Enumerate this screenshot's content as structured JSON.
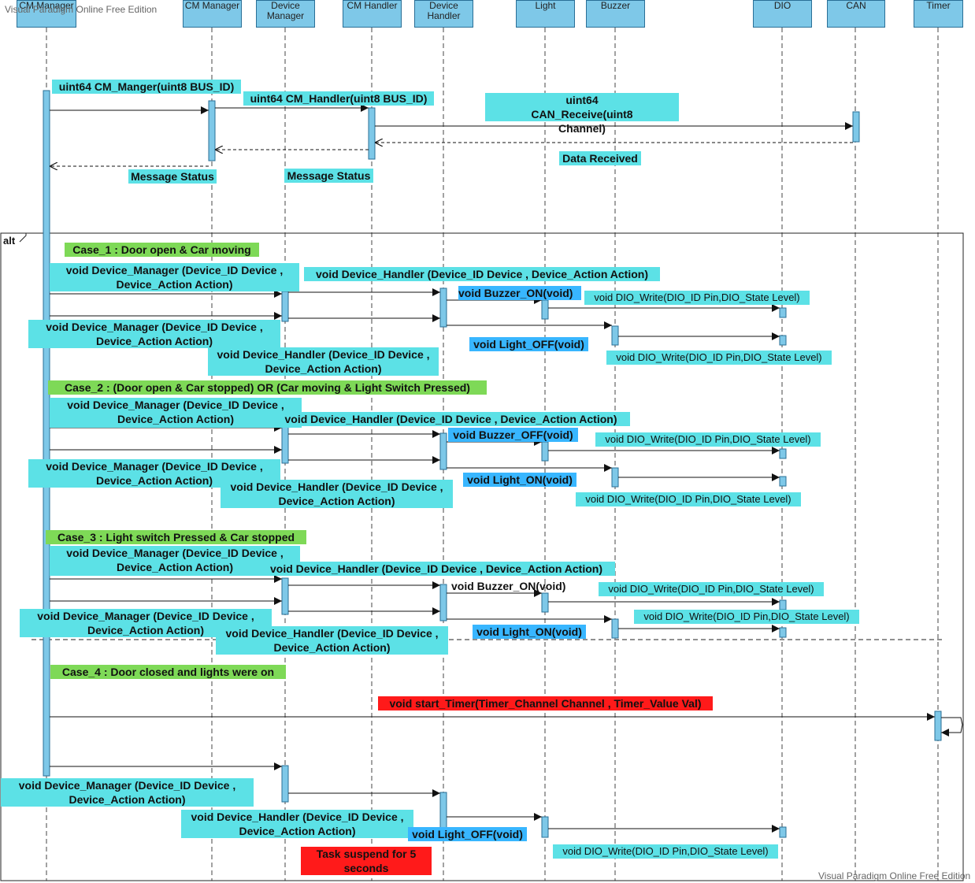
{
  "watermark": {
    "top_left": "Visual Paradigm Online Free Edition",
    "bottom_right": "Visual Paradigm Online Free Edition"
  },
  "lifelines": [
    {
      "key": "cm_manager_app",
      "label": "CM Manager"
    },
    {
      "key": "cm_manager",
      "label": "CM Manager"
    },
    {
      "key": "device_manager",
      "label": "Device Manager"
    },
    {
      "key": "cm_handler",
      "label": "CM Handler"
    },
    {
      "key": "device_handler",
      "label": "Device Handler"
    },
    {
      "key": "light",
      "label": "Light"
    },
    {
      "key": "buzzer",
      "label": "Buzzer"
    },
    {
      "key": "dio",
      "label": "DIO"
    },
    {
      "key": "can",
      "label": "CAN"
    },
    {
      "key": "timer",
      "label": "Timer"
    }
  ],
  "fragment": {
    "label": "alt"
  },
  "messages": {
    "cm_manger": "uint64 CM_Manger(uint8 BUS_ID)",
    "cm_handler": "uint64 CM_Handler(uint8 BUS_ID)",
    "can_receive": "uint64 CAN_Receive(uint8 Channel)",
    "data_received": "Data Received",
    "msg_status_1": "Message Status",
    "msg_status_2": "Message Status"
  },
  "cases": {
    "case1": "Case_1 : Door open & Car moving",
    "case2": "Case_2 : (Door open & Car stopped) OR (Car moving & Light Switch Pressed)",
    "case3": "Case_3 : Light switch Pressed & Car stopped",
    "case4": "Case_4 : Door closed and lights were on"
  },
  "calls": {
    "dev_mgr": "void Device_Manager (Device_ID Device , Device_Action Action)",
    "dev_hdl": "void Device_Handler (Device_ID Device , Device_Action Action)",
    "buzzer_on": "void Buzzer_ON(void)",
    "buzzer_off": "void Buzzer_OFF(void)",
    "light_on": "void Light_ON(void)",
    "light_off": "void Light_OFF(void)",
    "dio_write": "void DIO_Write(DIO_ID Pin,DIO_State Level)",
    "start_timer": "void start_Timer(Timer_Channel Channel , Timer_Value Val)",
    "task_suspend": "Task suspend for 5 seconds"
  },
  "colors": {
    "lifeline_head": "#7ec8e8",
    "activation": "#7ec8e8",
    "label_cyan": "#5ce1e6",
    "label_green": "#7ed957",
    "label_blue": "#38b6ff",
    "label_red": "#ff1a1a"
  }
}
